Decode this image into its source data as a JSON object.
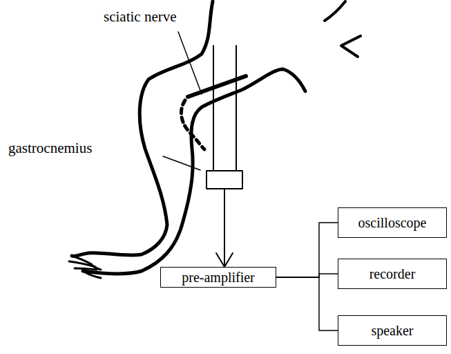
{
  "diagram": {
    "nodes": [
      {
        "text": [
          "pre-amplifier"
        ]
      },
      {
        "text": [
          "oscilloscope"
        ]
      },
      {
        "text": [
          "recorder"
        ]
      },
      {
        "text": [
          "speaker"
        ]
      }
    ],
    "edges": [
      {
        "from": 0,
        "to": 1,
        "arrow": "none"
      },
      {
        "from": 0,
        "to": 2,
        "arrow": "none"
      },
      {
        "from": 0,
        "to": 3,
        "arrow": "none"
      }
    ],
    "labels": [
      "sciatic nerve",
      "gastrocnemius"
    ]
  }
}
